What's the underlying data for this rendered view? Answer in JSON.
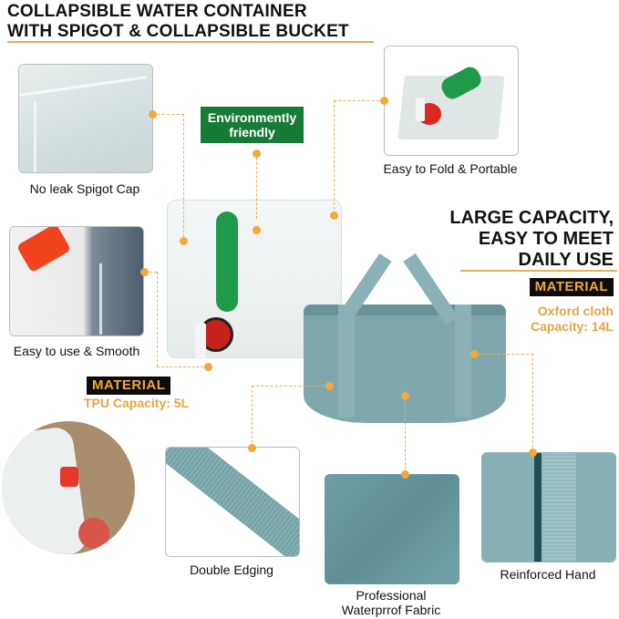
{
  "header": {
    "title_line1": "COLLAPSIBLE WATER CONTAINER",
    "title_line2": "WITH SPIGOT & COLLAPSIBLE BUCKET"
  },
  "badges": {
    "eco_line1": "Environmently",
    "eco_line2": "friendly"
  },
  "features": {
    "no_leak": "No leak Spigot Cap",
    "easy_fold": "Easy to Fold & Portable",
    "easy_use": "Easy to use & Smooth",
    "double_edging": "Double Edging",
    "fabric_line1": "Professional",
    "fabric_line2": "Waterprrof Fabric",
    "reinforced": "Reinforced Hand"
  },
  "container_material": {
    "label": "MATERIAL",
    "value": "TPU Capacity: 5L"
  },
  "bucket_section": {
    "headline_line1": "LARGE CAPACITY,",
    "headline_line2": "EASY TO MEET",
    "headline_line3": "DAILY USE",
    "material_label": "MATERIAL",
    "material_value": "Oxford cloth",
    "capacity": "Capacity: 14L"
  },
  "colors": {
    "accent": "#e2b15a",
    "dot": "#f2a83a",
    "eco_green": "#177a37",
    "bucket_teal": "#7fa8ad",
    "material_text": "#e7a443"
  }
}
